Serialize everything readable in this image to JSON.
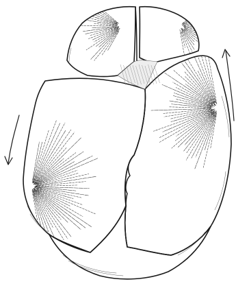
{
  "figure": {
    "subject": "skull-top-view",
    "bones": [
      "frontal-left",
      "frontal-right",
      "parietal-left",
      "parietal-right",
      "occipital"
    ],
    "arrows": [
      "left-arrow-down",
      "right-arrow-up"
    ],
    "colors": {
      "ink": "#1a1a1a",
      "paper": "#ffffff",
      "fontanelle": "#eeeeee"
    }
  }
}
